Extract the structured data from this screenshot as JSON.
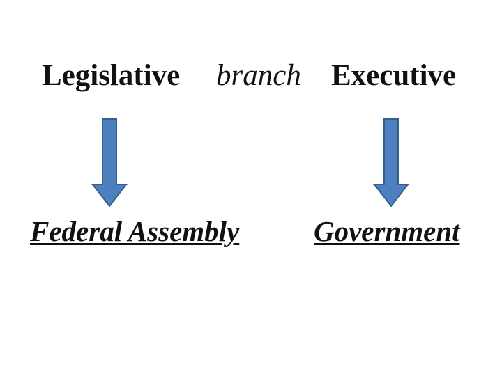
{
  "slide": {
    "background_color": "#ffffff",
    "text_color": "#111111",
    "heading": {
      "legislative": "Legislative",
      "branch": "branch",
      "executive": "Executive"
    },
    "arrows": {
      "icon": "down-arrow",
      "fill_color": "#4e7fbf",
      "border_color": "#35608e"
    },
    "labels": {
      "federal_assembly": "Federal Assembly",
      "government": "Government"
    }
  }
}
